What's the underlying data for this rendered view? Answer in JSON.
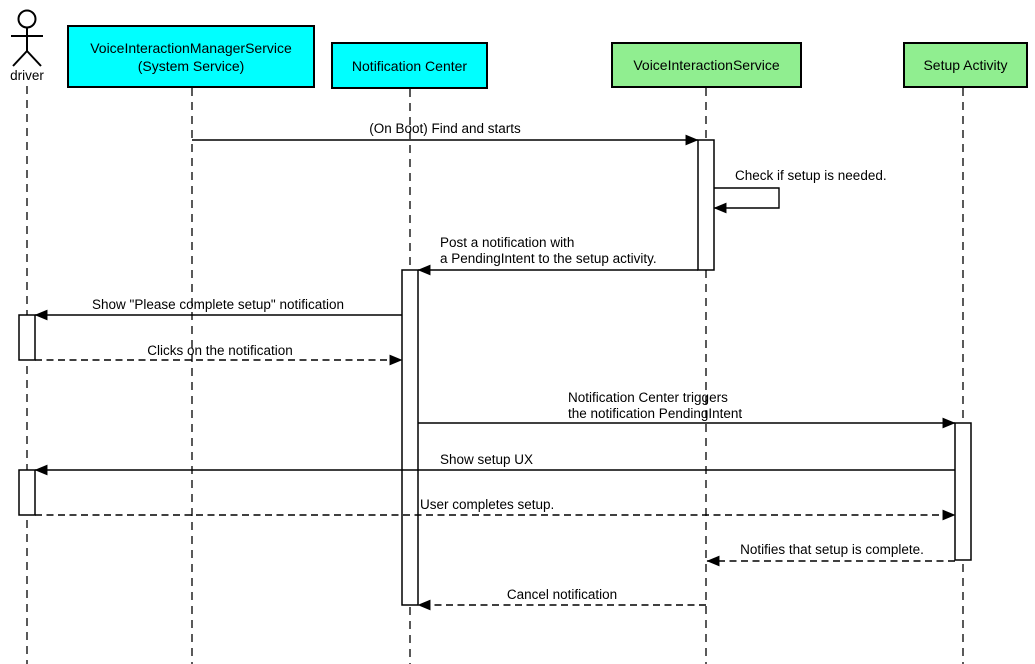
{
  "diagram_type": "uml-sequence",
  "colors": {
    "system_participant_fill": "#00FFFF",
    "app_participant_fill": "#90EE90",
    "line_color": "#000000",
    "background": "#FFFFFF"
  },
  "actor": {
    "label": "driver"
  },
  "participants": [
    {
      "id": "voice-interaction-manager-service",
      "line1": "VoiceInteractionManagerService",
      "line2": "(System Service)",
      "fill": "#00FFFF"
    },
    {
      "id": "notification-center",
      "label": "Notification Center",
      "fill": "#00FFFF"
    },
    {
      "id": "voice-interaction-service",
      "label": "VoiceInteractionService",
      "fill": "#90EE90"
    },
    {
      "id": "setup-activity",
      "label": "Setup Activity",
      "fill": "#90EE90"
    }
  ],
  "messages": [
    {
      "from": "VoiceInteractionManagerService (System Service)",
      "to": "VoiceInteractionService",
      "style": "solid",
      "text": "(On Boot) Find and starts"
    },
    {
      "from": "VoiceInteractionService",
      "to": "VoiceInteractionService",
      "style": "self",
      "text": "Check if setup is needed."
    },
    {
      "from": "VoiceInteractionService",
      "to": "Notification Center",
      "style": "solid",
      "line1": "Post a notification with",
      "line2": "a PendingIntent to the setup activity."
    },
    {
      "from": "Notification Center",
      "to": "driver",
      "style": "solid",
      "text": "Show \"Please complete setup\" notification"
    },
    {
      "from": "driver",
      "to": "Notification Center",
      "style": "dashed",
      "text": "Clicks on the notification"
    },
    {
      "from": "Notification Center",
      "to": "Setup Activity",
      "style": "solid",
      "line1": "Notification Center triggers",
      "line2": "the notification PendingIntent"
    },
    {
      "from": "Setup Activity",
      "to": "driver",
      "style": "solid",
      "text": "Show setup UX"
    },
    {
      "from": "driver",
      "to": "Setup Activity",
      "style": "dashed",
      "text": "User completes setup."
    },
    {
      "from": "Setup Activity",
      "to": "VoiceInteractionService",
      "style": "dashed",
      "text": "Notifies that setup is complete."
    },
    {
      "from": "VoiceInteractionService",
      "to": "Notification Center",
      "style": "dashed",
      "text": "Cancel notification"
    }
  ]
}
